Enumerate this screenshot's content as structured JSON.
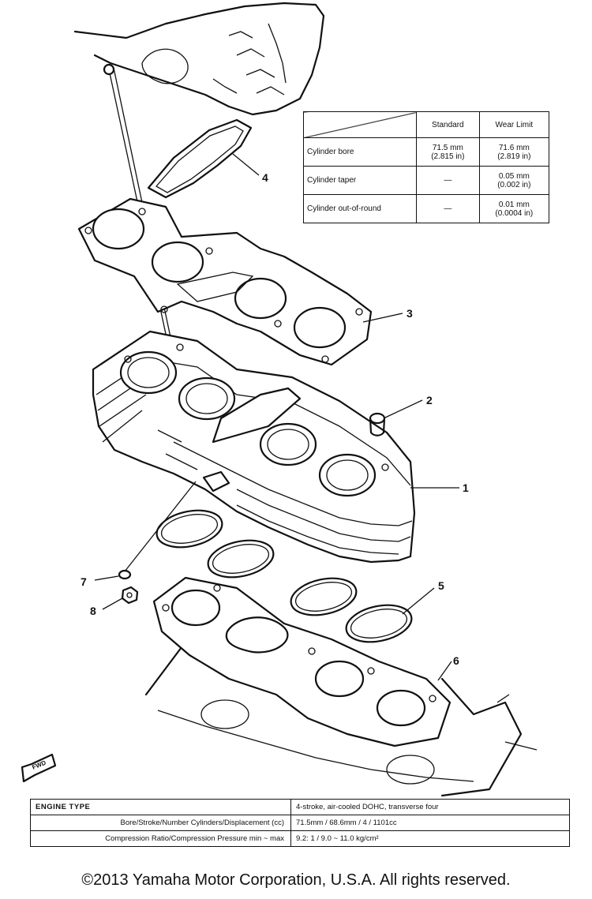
{
  "spec_table": {
    "header": {
      "standard": "Standard",
      "wear_limit": "Wear Limit"
    },
    "rows": [
      {
        "label": "Cylinder bore",
        "standard_line1": "71.5 mm",
        "standard_line2": "(2.815 in)",
        "wear_line1": "71.6 mm",
        "wear_line2": "(2.819 in)"
      },
      {
        "label": "Cylinder taper",
        "standard_line1": "—",
        "standard_line2": "",
        "wear_line1": "0.05 mm",
        "wear_line2": "(0.002 in)"
      },
      {
        "label": "Cylinder out-of-round",
        "standard_line1": "—",
        "standard_line2": "",
        "wear_line1": "0.01 mm",
        "wear_line2": "(0.0004 in)"
      }
    ]
  },
  "callouts": [
    "1",
    "2",
    "3",
    "4",
    "5",
    "6",
    "7",
    "8"
  ],
  "front_marker": "FWD",
  "engine_table": {
    "heading": "ENGINE TYPE",
    "heading_value": "4-stroke, air-cooled DOHC, transverse four",
    "rows": [
      {
        "label": "Bore/Stroke/Number Cylinders/Displacement (cc)",
        "value": "71.5mm / 68.6mm / 4 / 1101cc"
      },
      {
        "label": "Compression Ratio/Compression Pressure min ~ max",
        "value": "9.2: 1 / 9.0 ~ 11.0 kg/cm²"
      }
    ]
  },
  "copyright": "©2013 Yamaha Motor Corporation, U.S.A. All rights reserved."
}
